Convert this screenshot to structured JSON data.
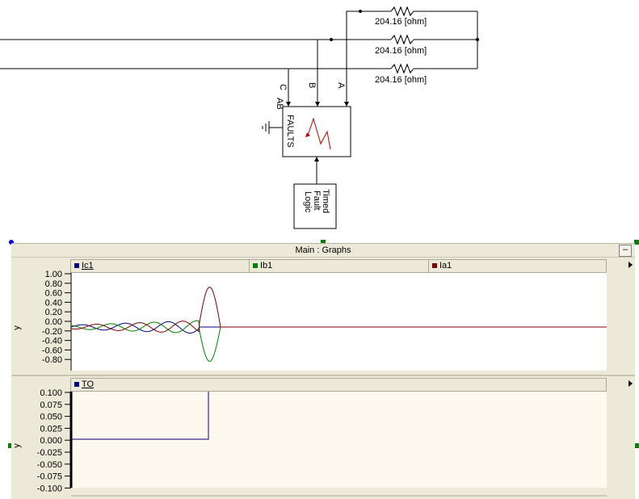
{
  "schematic": {
    "resistors": [
      {
        "label": "204.16 [ohm]"
      },
      {
        "label": "204.16 [ohm]"
      },
      {
        "label": "204.16 [ohm]"
      }
    ],
    "wire_labels": {
      "c": "C",
      "b": "B",
      "a": "A"
    },
    "fault_block": {
      "port_label": "AB",
      "name": "FAULTS"
    },
    "logic_block": {
      "lines": [
        "Timed",
        "Fault",
        "Logic"
      ]
    }
  },
  "graph_window": {
    "title": "Main : Graphs",
    "minimize_label": "–",
    "colors": {
      "ic1": "#000080",
      "ib1": "#008000",
      "ia1": "#800000",
      "to": "#000080"
    },
    "plot1": {
      "legend": [
        {
          "name": "Ic1"
        },
        {
          "name": "Ib1"
        },
        {
          "name": "Ia1"
        }
      ],
      "ylabel": "y",
      "yticks": [
        "1.00",
        "0.80",
        "0.60",
        "0.40",
        "0.20",
        "0.00",
        "-0.20",
        "-0.40",
        "-0.60",
        "-0.80"
      ]
    },
    "plot2": {
      "legend": [
        {
          "name": "TO"
        }
      ],
      "ylabel": "y",
      "yticks": [
        "0.100",
        "0.075",
        "0.050",
        "0.025",
        "0.000",
        "-0.025",
        "-0.050",
        "-0.075",
        "-0.100"
      ]
    }
  }
}
